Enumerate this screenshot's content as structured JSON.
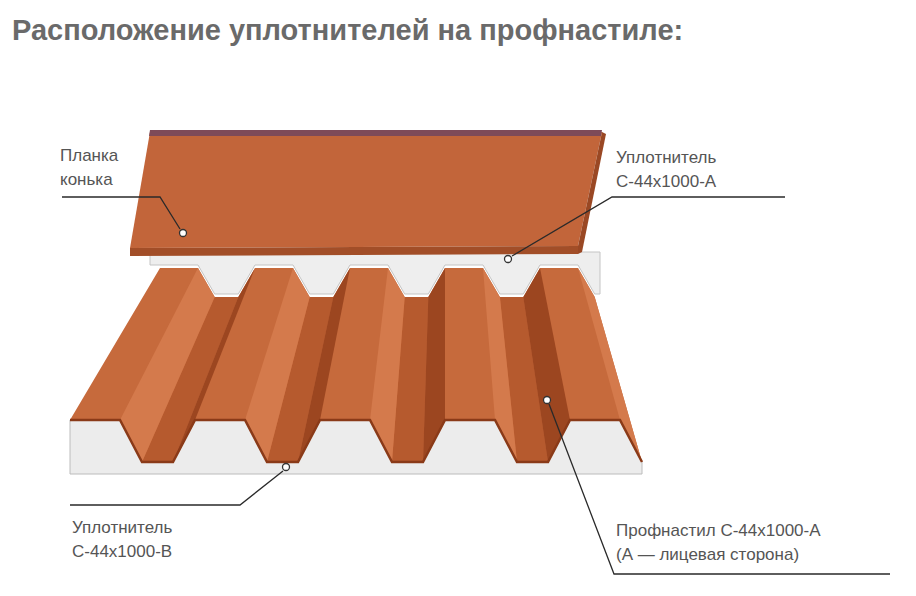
{
  "diagram": {
    "title": "Расположение уплотнителей на профнастиле:",
    "labels": [
      "Планка конька",
      "Уплотнитель С-44х1000-А",
      "Уплотнитель С-44х1000-В",
      "Профнастил С-44х1000-А (А — лицевая сторона)"
    ]
  }
}
